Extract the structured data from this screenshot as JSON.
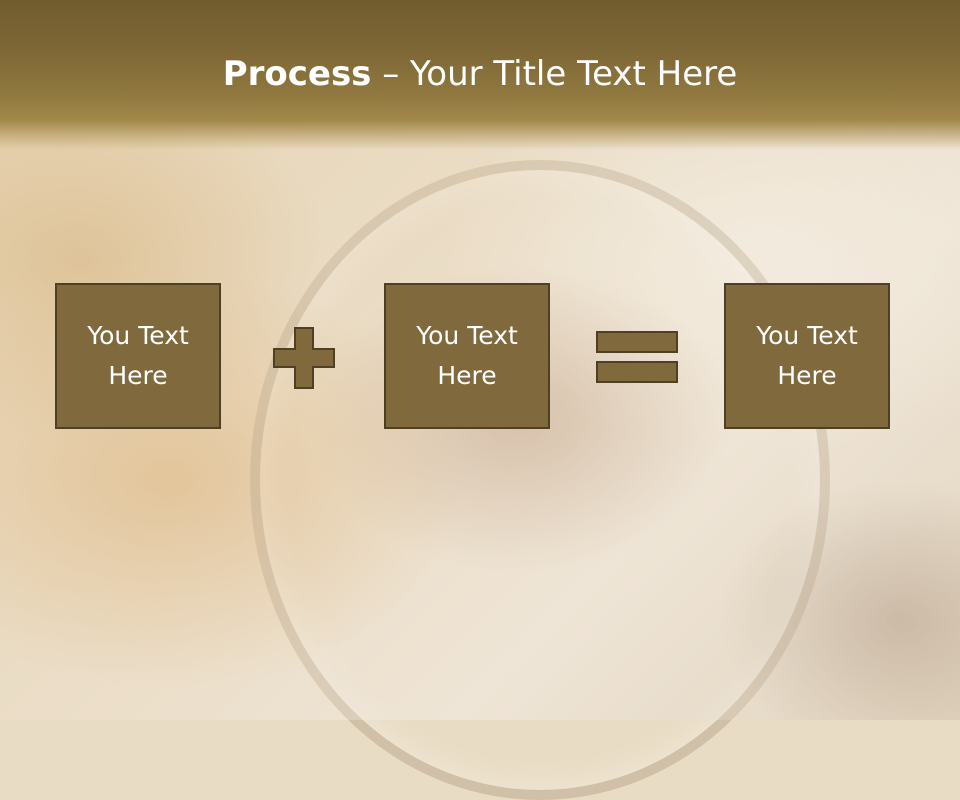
{
  "slide": {
    "title_bold": "Process",
    "title_rest": " – Your Title Text Here",
    "box1_text": "You Text Here",
    "box2_text": "You Text Here",
    "box3_text": "You Text Here"
  },
  "icons": {
    "operator_1": "plus-icon",
    "operator_2": "equals-icon"
  },
  "colors": {
    "header": "#7f6836",
    "box_fill": "#806a3d",
    "box_border": "#4e4024",
    "text": "#ffffff"
  }
}
